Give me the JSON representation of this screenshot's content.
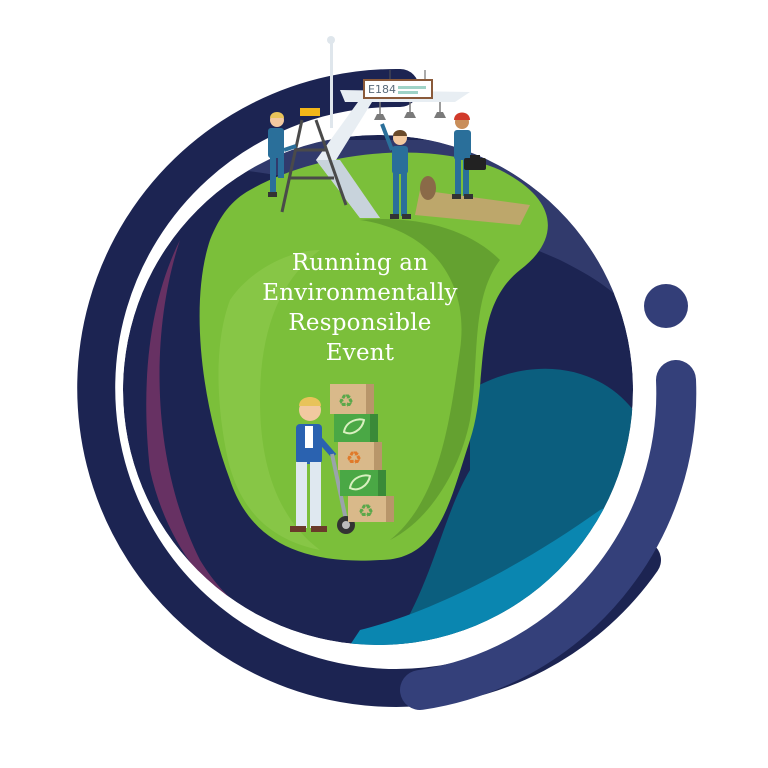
{
  "title": {
    "line1": "Running an",
    "line2": "Environmentally",
    "line3": "Responsible",
    "line4": "Event"
  },
  "sign": {
    "code": "E184"
  },
  "icons": {
    "recycle": "recycle-icon",
    "leaf": "leaf-icon"
  },
  "colors": {
    "navy": "#1c2452",
    "ring_blue": "#34407a",
    "dot_blue": "#333e78",
    "magenta": "#c8407a",
    "green": "#7bbf3a",
    "dark_green": "#5f9a2e",
    "teal": "#0b5e7e",
    "aqua": "#0a86b0",
    "box_tan": "#d9b98a",
    "box_green": "#4aa845"
  }
}
